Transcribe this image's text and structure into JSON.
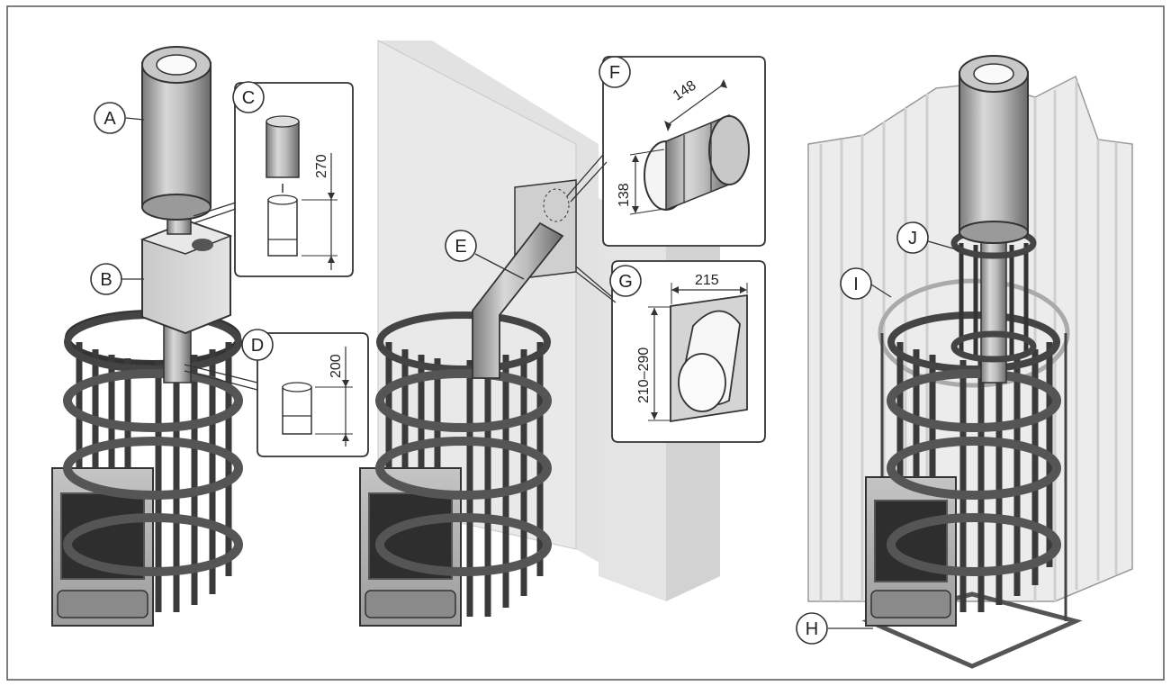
{
  "callouts": {
    "A": "A",
    "B": "B",
    "C": "C",
    "D": "D",
    "E": "E",
    "F": "F",
    "G": "G",
    "H": "H",
    "I": "I",
    "J": "J"
  },
  "dimensions": {
    "c_height": "270",
    "d_height": "200",
    "f_length": "148",
    "f_diameter": "138",
    "g_width": "215",
    "g_height": "210–290"
  },
  "colors": {
    "metal_light": "#d4d4d4",
    "metal_mid": "#9a9a9a",
    "metal_dark": "#4a4a4a",
    "wall": "#dcdcdc",
    "wall_panel": "#ececec",
    "line": "#333333"
  }
}
